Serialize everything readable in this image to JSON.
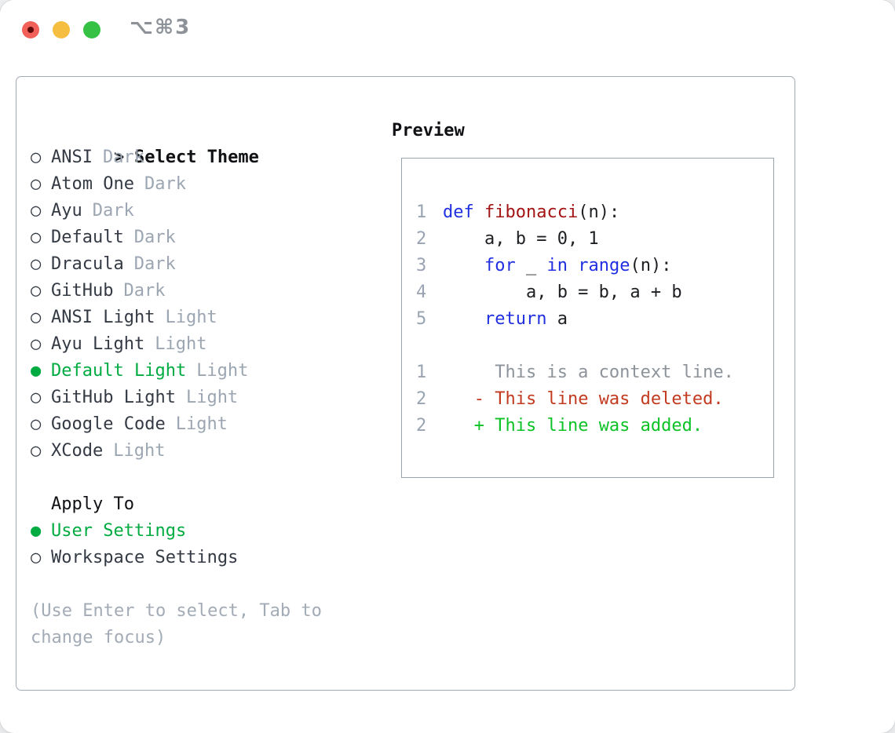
{
  "window": {
    "title": "⌥⌘3"
  },
  "icons": {
    "radio_selected": "●",
    "radio_unselected": "○",
    "prompt": ">"
  },
  "theme_picker": {
    "heading": "Select Theme",
    "items": [
      {
        "name": "ANSI",
        "tag": "Dark",
        "selected": false
      },
      {
        "name": "Atom One",
        "tag": "Dark",
        "selected": false
      },
      {
        "name": "Ayu",
        "tag": "Dark",
        "selected": false
      },
      {
        "name": "Default",
        "tag": "Dark",
        "selected": false
      },
      {
        "name": "Dracula",
        "tag": "Dark",
        "selected": false
      },
      {
        "name": "GitHub",
        "tag": "Dark",
        "selected": false
      },
      {
        "name": "ANSI Light",
        "tag": "Light",
        "selected": false
      },
      {
        "name": "Ayu Light",
        "tag": "Light",
        "selected": false
      },
      {
        "name": "Default Light",
        "tag": "Light",
        "selected": true
      },
      {
        "name": "GitHub Light",
        "tag": "Light",
        "selected": false
      },
      {
        "name": "Google Code",
        "tag": "Light",
        "selected": false
      },
      {
        "name": "XCode",
        "tag": "Light",
        "selected": false
      }
    ],
    "apply_heading": "Apply To",
    "apply_options": [
      {
        "label": "User Settings",
        "selected": true
      },
      {
        "label": "Workspace Settings",
        "selected": false
      }
    ],
    "hint": "(Use Enter to select, Tab to change focus)"
  },
  "preview": {
    "heading": "Preview",
    "lines": [
      {
        "num": "1",
        "tokens": [
          {
            "t": "def ",
            "c": "kw"
          },
          {
            "t": "fibonacci",
            "c": "fn"
          },
          {
            "t": "(n):",
            "c": "plain"
          }
        ]
      },
      {
        "num": "2",
        "tokens": [
          {
            "t": "    a, b = 0, 1",
            "c": "plain"
          }
        ]
      },
      {
        "num": "3",
        "tokens": [
          {
            "t": "    ",
            "c": "plain"
          },
          {
            "t": "for",
            "c": "kw"
          },
          {
            "t": " _ ",
            "c": "plain"
          },
          {
            "t": "in",
            "c": "kw"
          },
          {
            "t": " ",
            "c": "plain"
          },
          {
            "t": "range",
            "c": "kw"
          },
          {
            "t": "(n):",
            "c": "plain"
          }
        ]
      },
      {
        "num": "4",
        "tokens": [
          {
            "t": "        a, b = b, a + b",
            "c": "plain"
          }
        ]
      },
      {
        "num": "5",
        "tokens": [
          {
            "t": "    ",
            "c": "plain"
          },
          {
            "t": "return",
            "c": "kw"
          },
          {
            "t": " a",
            "c": "plain"
          }
        ]
      },
      {
        "num": "",
        "tokens": []
      },
      {
        "num": "1",
        "tokens": [
          {
            "t": "     This is a context line.",
            "c": "ctx"
          }
        ]
      },
      {
        "num": "2",
        "tokens": [
          {
            "t": "   ",
            "c": "plain"
          },
          {
            "t": "- This line was deleted.",
            "c": "del"
          }
        ]
      },
      {
        "num": "2",
        "tokens": [
          {
            "t": "   ",
            "c": "plain"
          },
          {
            "t": "+ This line was added.",
            "c": "add"
          }
        ]
      }
    ]
  },
  "colors": {
    "accent_green": "#00ab41",
    "diff_add_green": "#0cc226",
    "diff_del_red": "#c23a20",
    "keyword_blue": "#2030e0",
    "function_red": "#a31414",
    "gutter_gray": "#99a3b2",
    "tag_gray": "#9ca6b2",
    "hint_gray": "#a2abb6",
    "context_gray": "#8d939b",
    "traffic_red": "#f2605a",
    "traffic_yellow": "#f5be40",
    "traffic_green": "#35c244"
  }
}
